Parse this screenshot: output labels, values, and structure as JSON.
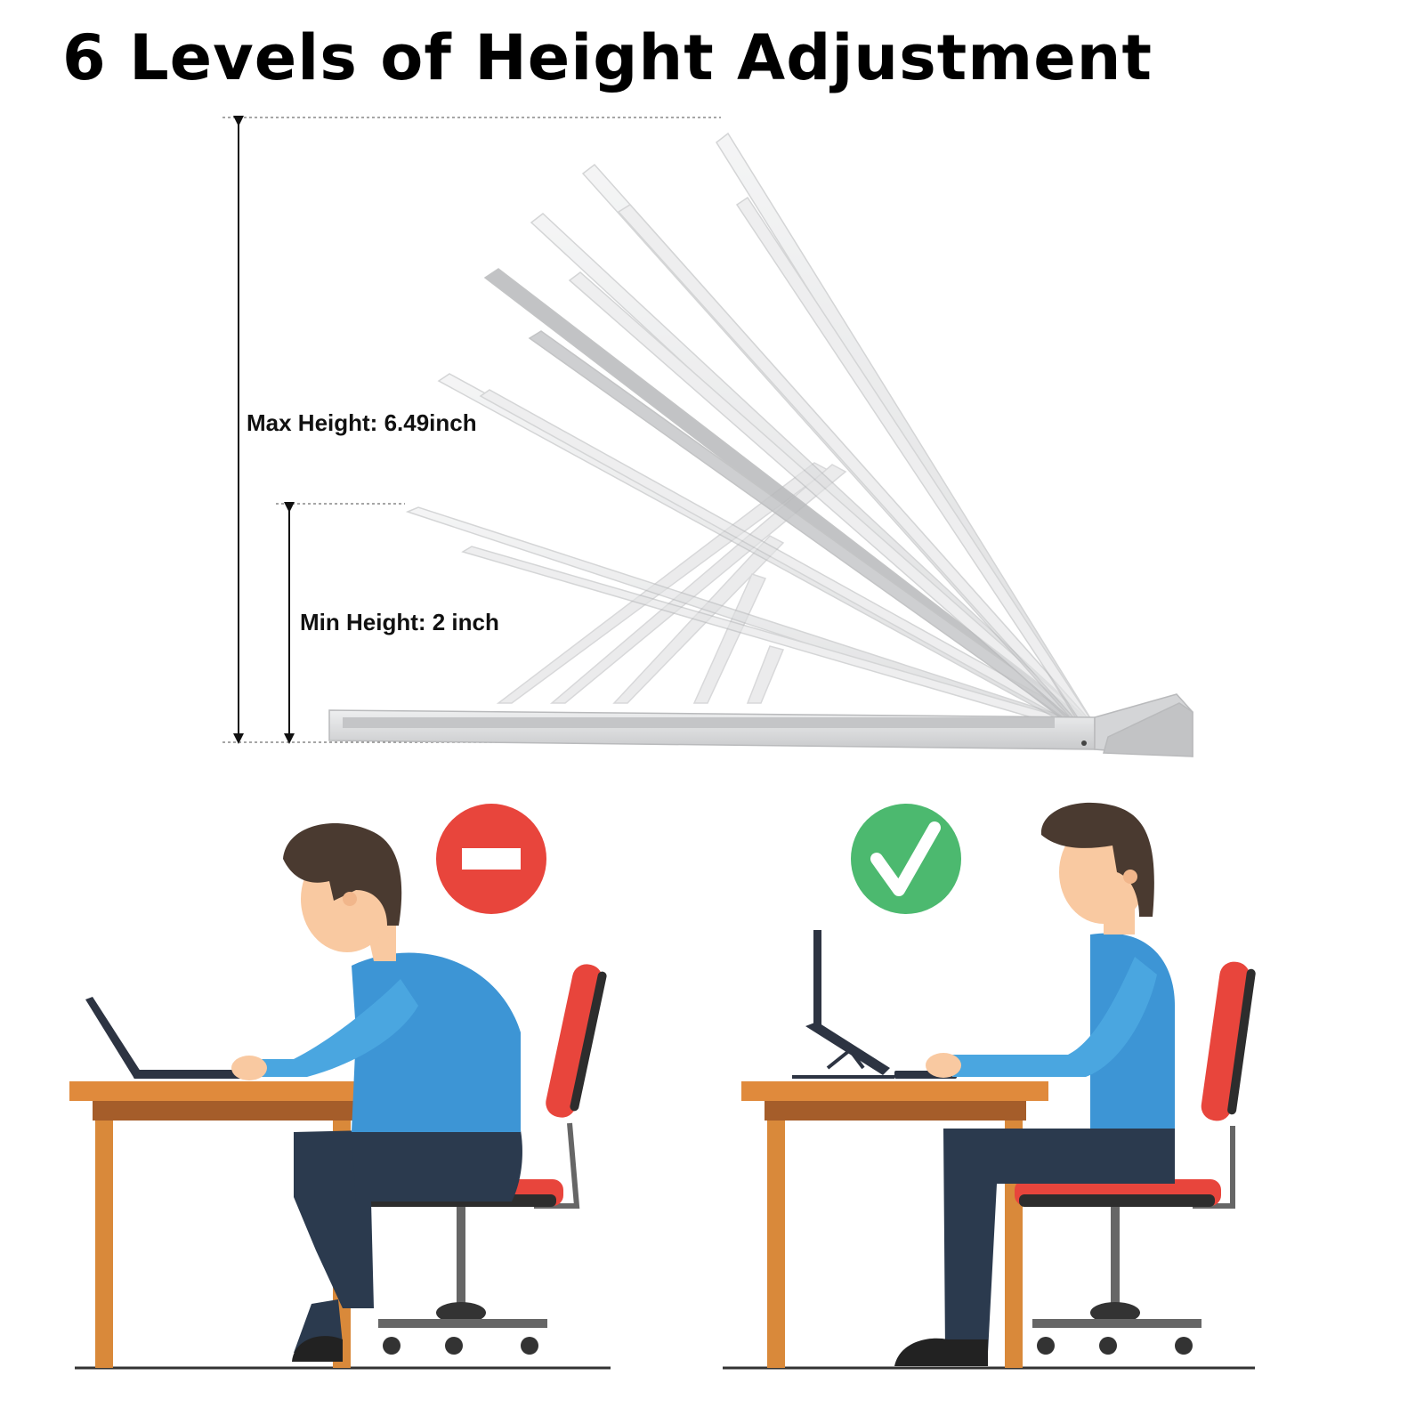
{
  "title": "6 Levels of Height Adjustment",
  "dimensions": {
    "max_height_label": "Max Height: 6.49inch",
    "min_height_label": "Min Height: 2 inch"
  },
  "stand": {
    "levels": 6
  },
  "comparison": {
    "without_stand": {
      "indicator": "minus-icon",
      "color": "#e8453c"
    },
    "with_stand": {
      "indicator": "check-icon",
      "color": "#4cb96f"
    }
  },
  "colors": {
    "shirt": "#3d95d5",
    "pants": "#2b3a4e",
    "skin": "#f9c9a1",
    "hair": "#4a3a30",
    "desk_top": "#e08a3c",
    "desk_legs": "#d9893a",
    "chair_seat": "#e8453c",
    "chair_frame": "#555555",
    "stand_silver": "#d6d7d9"
  }
}
